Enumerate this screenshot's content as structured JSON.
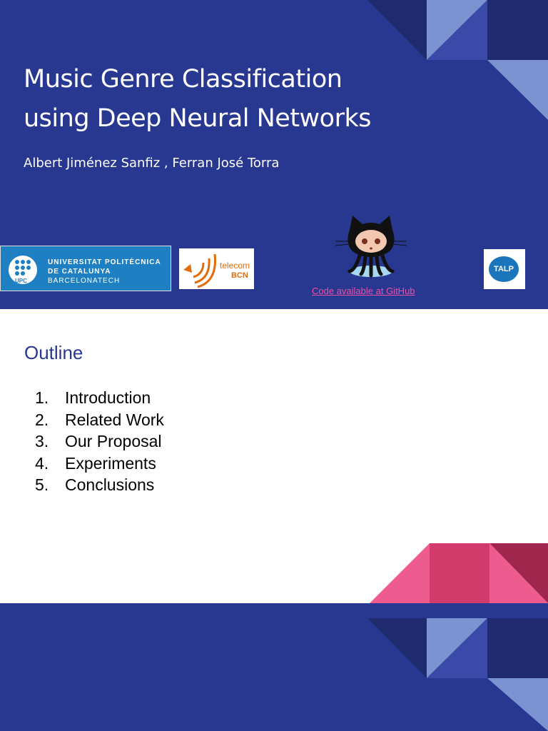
{
  "title_slide": {
    "title_lines": [
      "Music Genre Classification",
      "using Deep Neural Networks"
    ],
    "authors": "Albert Jiménez Sanfiz , Ferran José Torra",
    "logos": {
      "upc": {
        "badge": "UPC",
        "lines": [
          "UNIVERSITAT POLITÈCNICA",
          "DE CATALUNYA",
          "BARCELONATECH"
        ]
      },
      "telecom": {
        "word": "telecom",
        "sub": "BCN"
      },
      "talp": {
        "text": "TALP"
      }
    },
    "github_link": "Code available at GitHub"
  },
  "content_slide": {
    "heading": "Outline",
    "items": [
      {
        "num": "1.",
        "label": "Introduction"
      },
      {
        "num": "2.",
        "label": "Related Work"
      },
      {
        "num": "3.",
        "label": "Our Proposal"
      },
      {
        "num": "4.",
        "label": "Experiments"
      },
      {
        "num": "5.",
        "label": "Conclusions"
      }
    ]
  },
  "colors": {
    "slide_blue": "#283891",
    "dark_blue": "#1f2a6f",
    "mid_blue": "#3b4aa8",
    "light_blue": "#7b93d1",
    "pink": "#ee5b8f",
    "magenta": "#d23a6c",
    "maroon": "#a0264d",
    "link_pink": "#ee4fa4"
  }
}
